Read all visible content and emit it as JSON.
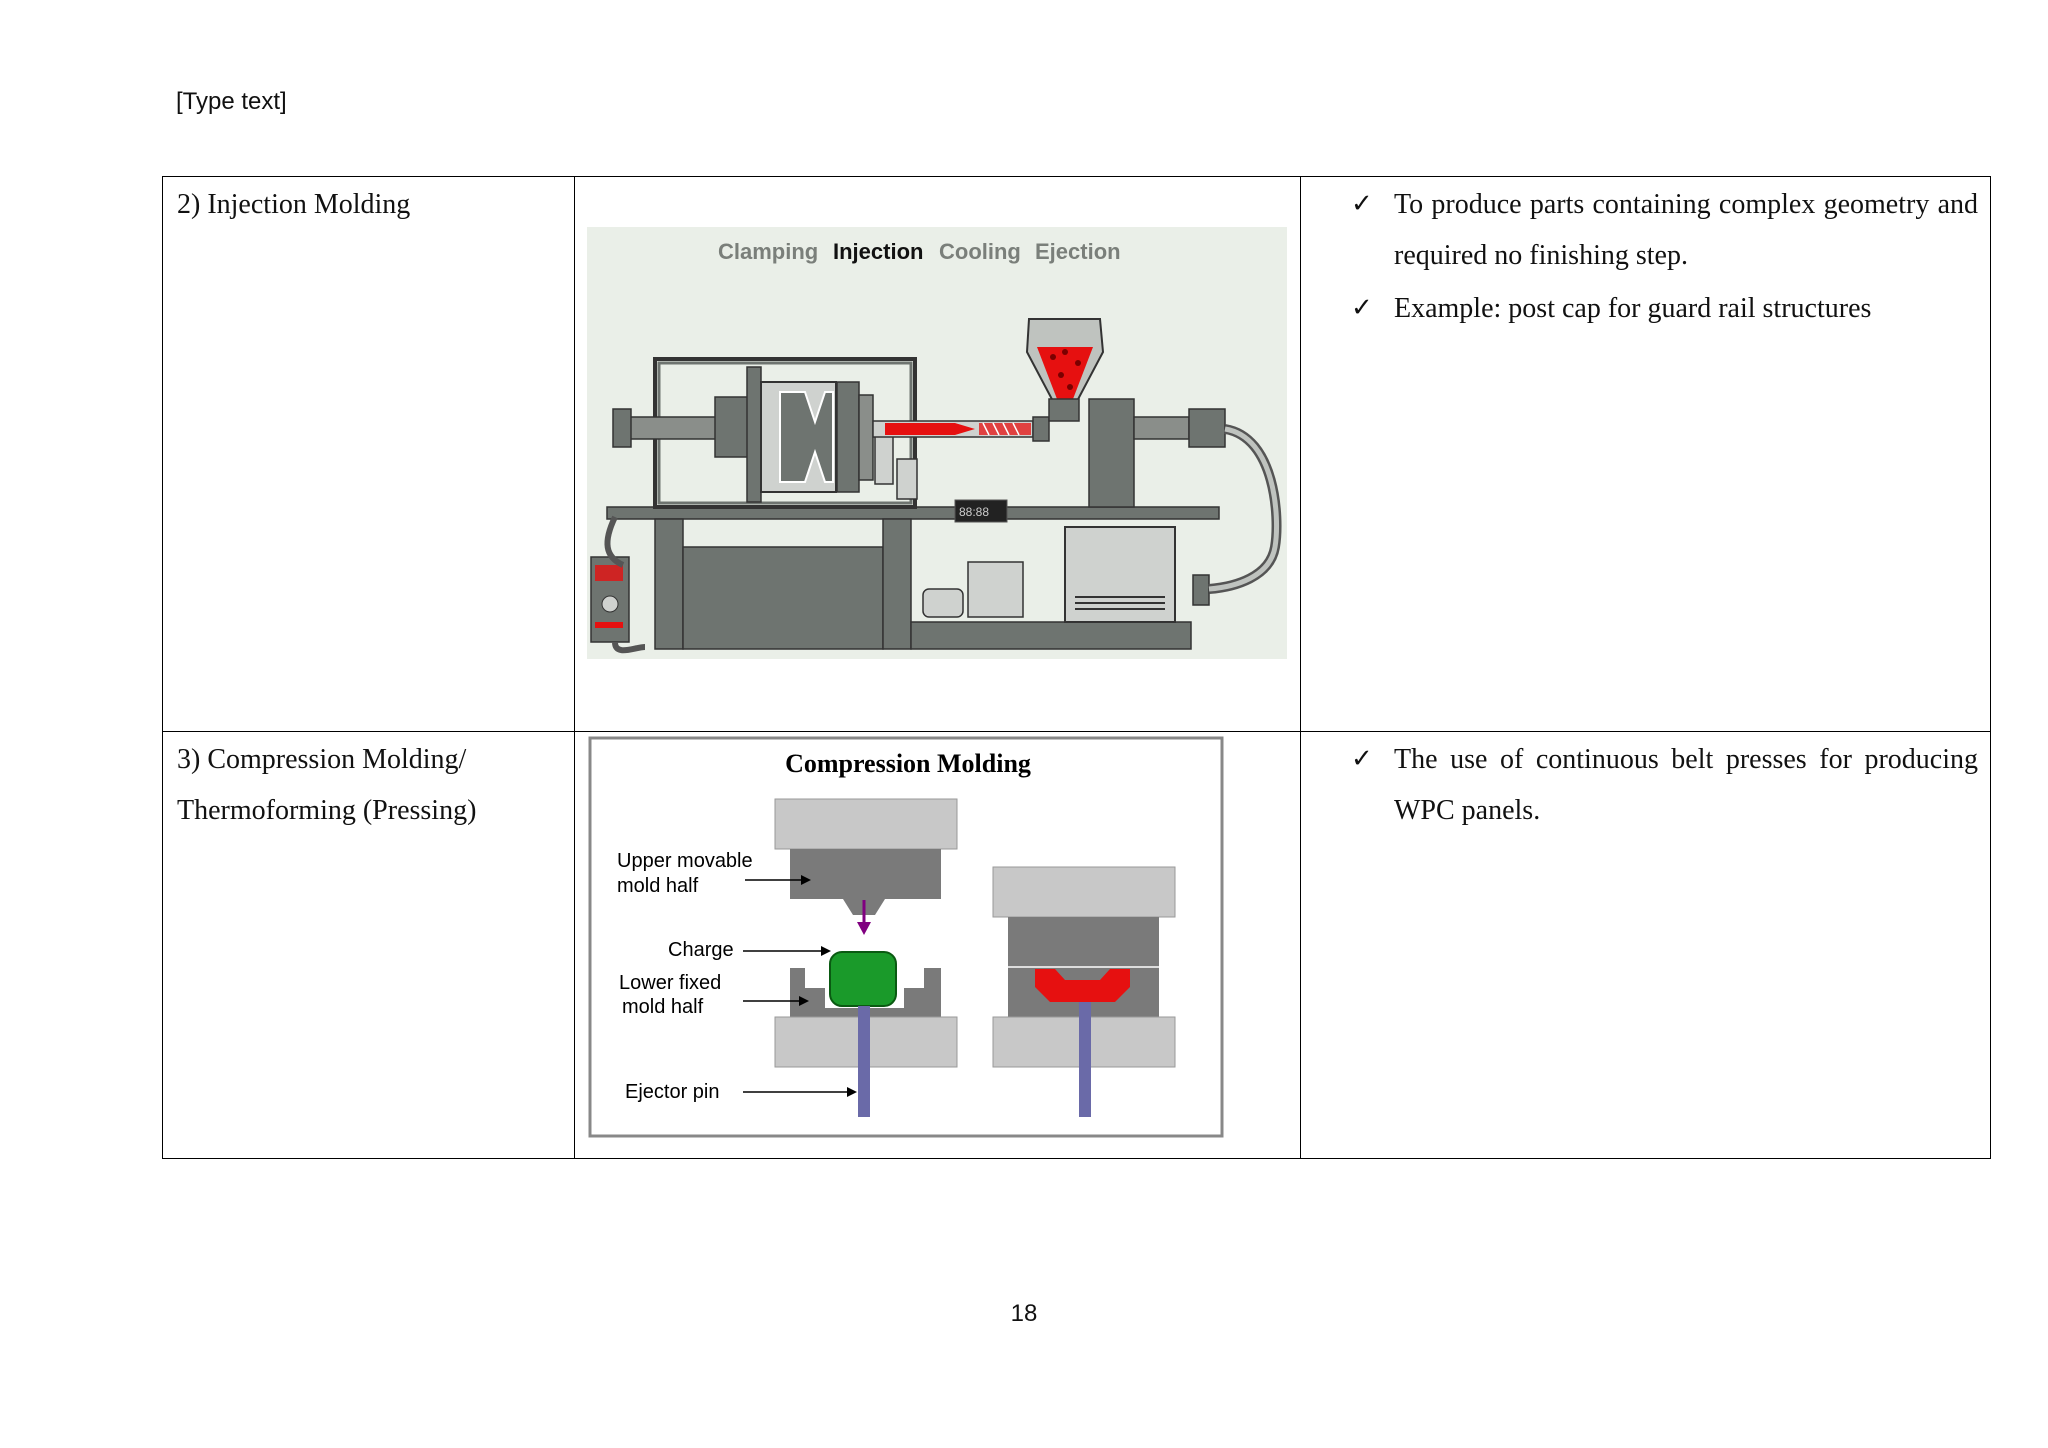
{
  "header": {
    "text": "[Type text]"
  },
  "rows": [
    {
      "method": "2) Injection Molding",
      "figure": {
        "steps": [
          "Clamping",
          "Injection",
          "Cooling",
          "Ejection"
        ],
        "active_step": "Injection"
      },
      "bullets": [
        "To produce parts containing complex geometry and required no finishing step.",
        "Example: post cap for guard rail structures"
      ]
    },
    {
      "method_lines": [
        "3) Compression Molding/",
        "Thermoforming (Pressing)"
      ],
      "figure": {
        "title": "Compression Molding",
        "labels": {
          "upper_1": "Upper movable",
          "upper_2": "mold half",
          "charge": "Charge",
          "lower_1": "Lower fixed",
          "lower_2": "mold half",
          "ejector": "Ejector pin"
        }
      },
      "bullets": [
        "The use of continuous belt presses for producing WPC panels."
      ]
    }
  ],
  "footer": {
    "page_number": "18"
  },
  "colors": {
    "melt_red": "#e61010",
    "charge_green": "#1a9a2a",
    "pin_blue": "#6a6aa8",
    "machine_gray": "#6e7470"
  }
}
